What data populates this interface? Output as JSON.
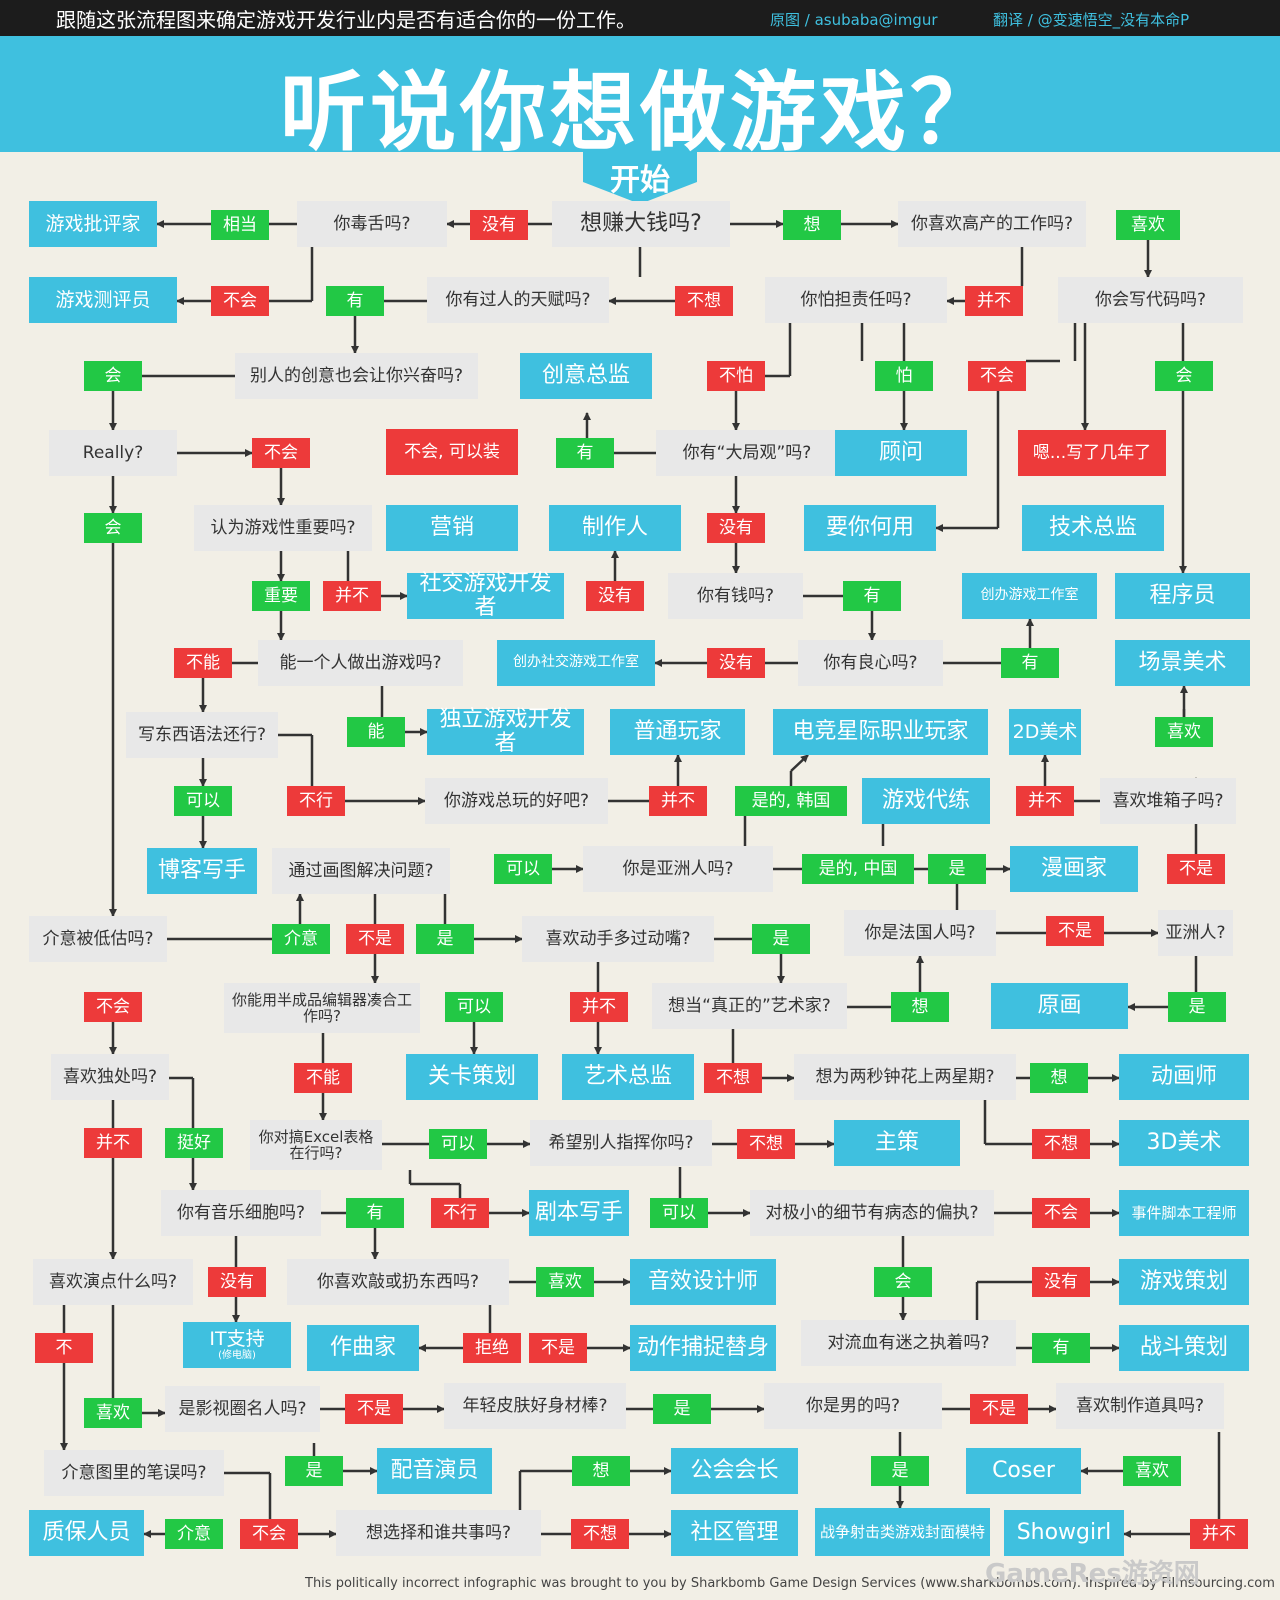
{
  "header": {
    "intro": "跟随这张流程图来确定游戏开发行业内是否有适合你的一份工作。",
    "source_credit": "原图 / asubaba@imgur",
    "translator_credit": "翻译 / @变速悟空_没有本命P",
    "title": "听说你想做游戏？",
    "start_label": "开始"
  },
  "nodes": [
    {
      "id": "n1",
      "type": "q",
      "text": "想赚大钱吗?"
    },
    {
      "id": "n2",
      "type": "n",
      "text": "没有"
    },
    {
      "id": "n3",
      "type": "q",
      "text": "你毒舌吗?"
    },
    {
      "id": "n4",
      "type": "y",
      "text": "相当"
    },
    {
      "id": "n5",
      "type": "r",
      "text": "游戏批评家"
    },
    {
      "id": "n6",
      "type": "y",
      "text": "想"
    },
    {
      "id": "n7",
      "type": "q",
      "text": "你喜欢高产的工作吗?"
    },
    {
      "id": "n8",
      "type": "y",
      "text": "喜欢"
    },
    {
      "id": "n9",
      "type": "r",
      "text": "游戏测评员"
    },
    {
      "id": "n10",
      "type": "n",
      "text": "不会"
    },
    {
      "id": "n11",
      "type": "y",
      "text": "有"
    },
    {
      "id": "n12",
      "type": "q",
      "text": "你有过人的天赋吗?"
    },
    {
      "id": "n13",
      "type": "n",
      "text": "不想"
    },
    {
      "id": "n14",
      "type": "q",
      "text": "你怕担责任吗?"
    },
    {
      "id": "n15",
      "type": "n",
      "text": "并不"
    },
    {
      "id": "n16",
      "type": "q",
      "text": "你会写代码吗?"
    },
    {
      "id": "n17",
      "type": "y",
      "text": "会"
    },
    {
      "id": "n18",
      "type": "q",
      "text": "别人的创意也会让你兴奋吗?"
    },
    {
      "id": "n19",
      "type": "r",
      "text": "创意总监"
    },
    {
      "id": "n20",
      "type": "n",
      "text": "不怕"
    },
    {
      "id": "n21",
      "type": "y",
      "text": "怕"
    },
    {
      "id": "n22",
      "type": "n",
      "text": "不会"
    },
    {
      "id": "n23",
      "type": "y",
      "text": "会"
    },
    {
      "id": "n24",
      "type": "q",
      "text": "Really?"
    },
    {
      "id": "n25",
      "type": "n",
      "text": "不会"
    },
    {
      "id": "n26",
      "type": "n",
      "text": "不会, 可以装"
    },
    {
      "id": "n27",
      "type": "y",
      "text": "有"
    },
    {
      "id": "n28",
      "type": "q",
      "text": "你有“大局观”吗?"
    },
    {
      "id": "n29",
      "type": "r",
      "text": "顾问"
    },
    {
      "id": "n30",
      "type": "n",
      "text": "嗯...写了几年了"
    },
    {
      "id": "n31",
      "type": "y",
      "text": "会"
    },
    {
      "id": "n32",
      "type": "q",
      "text": "认为游戏性重要吗?"
    },
    {
      "id": "n33",
      "type": "r",
      "text": "营销"
    },
    {
      "id": "n34",
      "type": "r",
      "text": "制作人"
    },
    {
      "id": "n35",
      "type": "n",
      "text": "没有"
    },
    {
      "id": "n36",
      "type": "r",
      "text": "要你何用"
    },
    {
      "id": "n37",
      "type": "r",
      "text": "技术总监"
    },
    {
      "id": "n38",
      "type": "y",
      "text": "重要"
    },
    {
      "id": "n39",
      "type": "n",
      "text": "并不"
    },
    {
      "id": "n40",
      "type": "r",
      "text": "社交游戏开发者"
    },
    {
      "id": "n41",
      "type": "n",
      "text": "没有"
    },
    {
      "id": "n42",
      "type": "q",
      "text": "你有钱吗?"
    },
    {
      "id": "n43",
      "type": "y",
      "text": "有"
    },
    {
      "id": "n44",
      "type": "r",
      "text": "创办游戏工作室"
    },
    {
      "id": "n45",
      "type": "r",
      "text": "程序员"
    },
    {
      "id": "n46",
      "type": "n",
      "text": "不能"
    },
    {
      "id": "n47",
      "type": "q",
      "text": "能一个人做出游戏吗?"
    },
    {
      "id": "n48",
      "type": "r",
      "text": "创办社交游戏工作室"
    },
    {
      "id": "n49",
      "type": "n",
      "text": "没有"
    },
    {
      "id": "n50",
      "type": "q",
      "text": "你有良心吗?"
    },
    {
      "id": "n51",
      "type": "y",
      "text": "有"
    },
    {
      "id": "n52",
      "type": "r",
      "text": "场景美术"
    },
    {
      "id": "n53",
      "type": "q",
      "text": "写东西语法还行?"
    },
    {
      "id": "n54",
      "type": "y",
      "text": "能"
    },
    {
      "id": "n55",
      "type": "r",
      "text": "独立游戏开发者"
    },
    {
      "id": "n56",
      "type": "r",
      "text": "普通玩家"
    },
    {
      "id": "n57",
      "type": "r",
      "text": "电竞星际职业玩家"
    },
    {
      "id": "n58",
      "type": "r",
      "text": "2D美术"
    },
    {
      "id": "n59",
      "type": "y",
      "text": "喜欢"
    },
    {
      "id": "n60",
      "type": "y",
      "text": "可以"
    },
    {
      "id": "n61",
      "type": "n",
      "text": "不行"
    },
    {
      "id": "n62",
      "type": "q",
      "text": "你游戏总玩的好吧?"
    },
    {
      "id": "n63",
      "type": "n",
      "text": "并不"
    },
    {
      "id": "n64",
      "type": "y",
      "text": "是的, 韩国"
    },
    {
      "id": "n65",
      "type": "r",
      "text": "游戏代练"
    },
    {
      "id": "n66",
      "type": "n",
      "text": "并不"
    },
    {
      "id": "n67",
      "type": "q",
      "text": "喜欢堆箱子吗?"
    },
    {
      "id": "n68",
      "type": "r",
      "text": "博客写手"
    },
    {
      "id": "n69",
      "type": "q",
      "text": "通过画图解决问题?"
    },
    {
      "id": "n70",
      "type": "y",
      "text": "可以"
    },
    {
      "id": "n71",
      "type": "q",
      "text": "你是亚洲人吗?"
    },
    {
      "id": "n72",
      "type": "y",
      "text": "是的, 中国"
    },
    {
      "id": "n73",
      "type": "y",
      "text": "是"
    },
    {
      "id": "n74",
      "type": "r",
      "text": "漫画家"
    },
    {
      "id": "n75",
      "type": "n",
      "text": "不是"
    },
    {
      "id": "n76",
      "type": "q",
      "text": "介意被低估吗?"
    },
    {
      "id": "n77",
      "type": "y",
      "text": "介意"
    },
    {
      "id": "n78",
      "type": "n",
      "text": "不是"
    },
    {
      "id": "n79",
      "type": "y",
      "text": "是"
    },
    {
      "id": "n80",
      "type": "q",
      "text": "喜欢动手多过动嘴?"
    },
    {
      "id": "n81",
      "type": "y",
      "text": "是"
    },
    {
      "id": "n82",
      "type": "q",
      "text": "你是法国人吗?"
    },
    {
      "id": "n83",
      "type": "n",
      "text": "不是"
    },
    {
      "id": "n84",
      "type": "q",
      "text": "亚洲人?"
    },
    {
      "id": "n85",
      "type": "n",
      "text": "不会"
    },
    {
      "id": "n86",
      "type": "q",
      "text": "你能用半成品编辑器凑合工作吗?"
    },
    {
      "id": "n87",
      "type": "y",
      "text": "可以"
    },
    {
      "id": "n88",
      "type": "n",
      "text": "并不"
    },
    {
      "id": "n89",
      "type": "q",
      "text": "想当“真正的”艺术家?"
    },
    {
      "id": "n90",
      "type": "y",
      "text": "想"
    },
    {
      "id": "n91",
      "type": "r",
      "text": "原画"
    },
    {
      "id": "n92",
      "type": "y",
      "text": "是"
    },
    {
      "id": "n93",
      "type": "q",
      "text": "喜欢独处吗?"
    },
    {
      "id": "n94",
      "type": "n",
      "text": "不能"
    },
    {
      "id": "n95",
      "type": "r",
      "text": "关卡策划"
    },
    {
      "id": "n96",
      "type": "r",
      "text": "艺术总监"
    },
    {
      "id": "n97",
      "type": "n",
      "text": "不想"
    },
    {
      "id": "n98",
      "type": "q",
      "text": "想为两秒钟花上两星期?"
    },
    {
      "id": "n99",
      "type": "y",
      "text": "想"
    },
    {
      "id": "n100",
      "type": "r",
      "text": "动画师"
    },
    {
      "id": "n101",
      "type": "n",
      "text": "并不"
    },
    {
      "id": "n102",
      "type": "y",
      "text": "挺好"
    },
    {
      "id": "n103",
      "type": "q",
      "text": "你对搞Excel表格在行吗?"
    },
    {
      "id": "n104",
      "type": "y",
      "text": "可以"
    },
    {
      "id": "n105",
      "type": "q",
      "text": "希望别人指挥你吗?"
    },
    {
      "id": "n106",
      "type": "n",
      "text": "不想"
    },
    {
      "id": "n107",
      "type": "r",
      "text": "主策"
    },
    {
      "id": "n108",
      "type": "n",
      "text": "不想"
    },
    {
      "id": "n109",
      "type": "r",
      "text": "3D美术"
    },
    {
      "id": "n110",
      "type": "q",
      "text": "你有音乐细胞吗?"
    },
    {
      "id": "n111",
      "type": "y",
      "text": "有"
    },
    {
      "id": "n112",
      "type": "n",
      "text": "不行"
    },
    {
      "id": "n113",
      "type": "r",
      "text": "剧本写手"
    },
    {
      "id": "n114",
      "type": "y",
      "text": "可以"
    },
    {
      "id": "n115",
      "type": "q",
      "text": "对极小的细节有病态的偏执?"
    },
    {
      "id": "n116",
      "type": "n",
      "text": "不会"
    },
    {
      "id": "n117",
      "type": "r",
      "text": "事件脚本工程师"
    },
    {
      "id": "n118",
      "type": "q",
      "text": "喜欢演点什么吗?"
    },
    {
      "id": "n119",
      "type": "n",
      "text": "没有"
    },
    {
      "id": "n120",
      "type": "q",
      "text": "你喜欢敲或扔东西吗?"
    },
    {
      "id": "n121",
      "type": "y",
      "text": "喜欢"
    },
    {
      "id": "n122",
      "type": "r",
      "text": "音效设计师"
    },
    {
      "id": "n123",
      "type": "y",
      "text": "会"
    },
    {
      "id": "n124",
      "type": "n",
      "text": "没有"
    },
    {
      "id": "n125",
      "type": "r",
      "text": "游戏策划"
    },
    {
      "id": "n126",
      "type": "n",
      "text": "不"
    },
    {
      "id": "n127",
      "type": "r",
      "text": "IT支持",
      "sub": "(修电脑)"
    },
    {
      "id": "n128",
      "type": "r",
      "text": "作曲家"
    },
    {
      "id": "n129",
      "type": "n",
      "text": "拒绝"
    },
    {
      "id": "n130",
      "type": "n",
      "text": "不是"
    },
    {
      "id": "n131",
      "type": "r",
      "text": "动作捕捉替身"
    },
    {
      "id": "n132",
      "type": "q",
      "text": "对流血有迷之执着吗?"
    },
    {
      "id": "n133",
      "type": "y",
      "text": "有"
    },
    {
      "id": "n134",
      "type": "r",
      "text": "战斗策划"
    },
    {
      "id": "n135",
      "type": "y",
      "text": "喜欢"
    },
    {
      "id": "n136",
      "type": "q",
      "text": "是影视圈名人吗?"
    },
    {
      "id": "n137",
      "type": "n",
      "text": "不是"
    },
    {
      "id": "n138",
      "type": "q",
      "text": "年轻皮肤好身材棒?"
    },
    {
      "id": "n139",
      "type": "y",
      "text": "是"
    },
    {
      "id": "n140",
      "type": "q",
      "text": "你是男的吗?"
    },
    {
      "id": "n141",
      "type": "n",
      "text": "不是"
    },
    {
      "id": "n142",
      "type": "q",
      "text": "喜欢制作道具吗?"
    },
    {
      "id": "n143",
      "type": "q",
      "text": "介意图里的笔误吗?"
    },
    {
      "id": "n144",
      "type": "y",
      "text": "是"
    },
    {
      "id": "n145",
      "type": "r",
      "text": "配音演员"
    },
    {
      "id": "n146",
      "type": "y",
      "text": "想"
    },
    {
      "id": "n147",
      "type": "r",
      "text": "公会会长"
    },
    {
      "id": "n148",
      "type": "y",
      "text": "是"
    },
    {
      "id": "n149",
      "type": "r",
      "text": "Coser"
    },
    {
      "id": "n150",
      "type": "y",
      "text": "喜欢"
    },
    {
      "id": "n151",
      "type": "r",
      "text": "质保人员"
    },
    {
      "id": "n152",
      "type": "y",
      "text": "介意"
    },
    {
      "id": "n153",
      "type": "n",
      "text": "不会"
    },
    {
      "id": "n154",
      "type": "q",
      "text": "想选择和谁共事吗?"
    },
    {
      "id": "n155",
      "type": "n",
      "text": "不想"
    },
    {
      "id": "n156",
      "type": "r",
      "text": "社区管理"
    },
    {
      "id": "n157",
      "type": "r",
      "text": "战争射击类游戏封面模特"
    },
    {
      "id": "n158",
      "type": "r",
      "text": "Showgirl"
    },
    {
      "id": "n159",
      "type": "n",
      "text": "并不"
    }
  ],
  "footer": "This politically incorrect infographic was brought to you by Sharkbomb Game Design Services (www.sharkbombs.com). Inspired by Filmsourcing.com",
  "watermark": "GameRes游资网",
  "colors": {
    "question": "#e8e8e8",
    "result": "#3fc0df",
    "yes": "#22c845",
    "no": "#ed3a3a",
    "header_bg": "#1c1c1c",
    "banner": "#3fc0df"
  }
}
